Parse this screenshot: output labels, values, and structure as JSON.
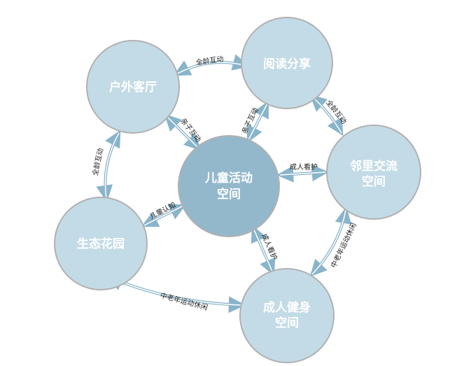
{
  "colors": {
    "node_fill": "#c3dbe6",
    "node_stroke": "#b1b1b1",
    "center_fill": "#93b8cc",
    "arrow": "#89b4ca",
    "arrow_inner": "#ffffff",
    "label_text": "#ffffff",
    "edge_text": "#222222"
  },
  "nodes": {
    "outdoor_lounge": {
      "label": "户外客厅"
    },
    "reading_share": {
      "label": "阅读分享"
    },
    "neighbor_space": {
      "label_line1": "邻里交流",
      "label_line2": "空间"
    },
    "children_space": {
      "label_line1": "儿童活动",
      "label_line2": "空间"
    },
    "eco_garden": {
      "label": "生态花园"
    },
    "adult_fitness": {
      "label_line1": "成人健身",
      "label_line2": "空间"
    }
  },
  "edges": {
    "outdoor_reading": "全龄互动",
    "outdoor_children": "亲子互动",
    "reading_children": "亲子互动",
    "reading_neighbor": "全龄互动",
    "children_neighbor": "成人看护",
    "outdoor_garden": "全龄互动",
    "garden_children": "儿童认知",
    "children_fitness": "成人看护",
    "neighbor_fitness": "中老年运动休闲",
    "garden_fitness": "中老年运动休闲"
  }
}
